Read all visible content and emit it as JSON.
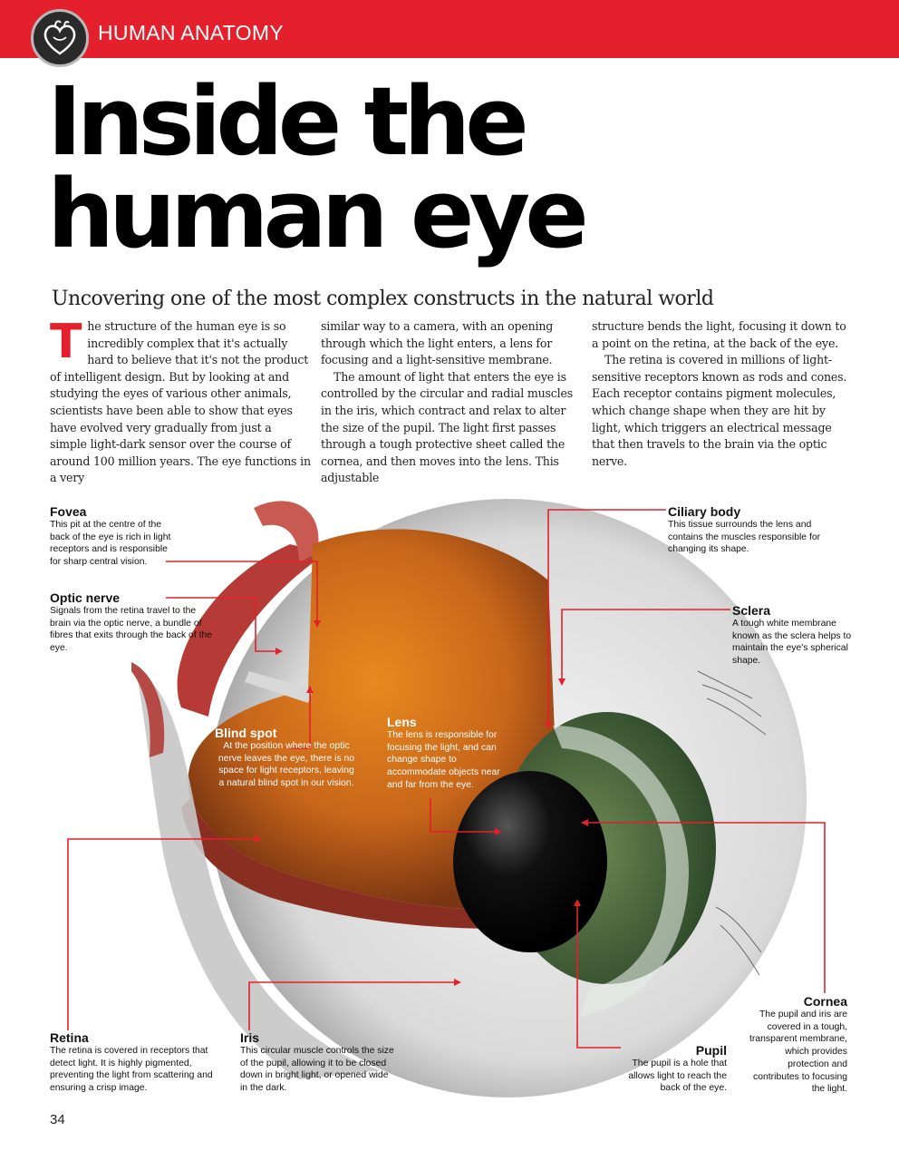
{
  "header": {
    "section": "HUMAN ANATOMY",
    "badge_icon": "heart-icon",
    "bar_color": "#e3202b"
  },
  "title": {
    "line1": "Inside the",
    "line2": "human eye"
  },
  "subtitle": "Uncovering one of the most complex constructs in the natural world",
  "body": {
    "dropcap": "T",
    "col1": "he structure of the human eye is so incredibly complex that it's actually hard to believe that it's not the product of intelligent design. But by looking at and studying the eyes of various other animals, scientists have been able to show that eyes have evolved very gradually from just a simple light-dark sensor over the course of around 100 million years. The eye functions in a very",
    "col2_p1": "similar way to a camera, with an opening through which the light enters, a lens for focusing and a light-sensitive membrane.",
    "col2_p2": "The amount of light that enters the eye is controlled by the circular and radial muscles in the iris, which contract and relax to alter the size of the pupil. The light first passes through a tough protective sheet called the cornea, and then moves into the lens. This adjustable",
    "col3_p1": "structure bends the light, focusing it down to a point on the retina, at the back of the eye.",
    "col3_p2": "The retina is covered in millions of light-sensitive receptors known as rods and cones. Each receptor contains pigment molecules, which change shape when they are hit by light, which triggers an electrical message that then travels to the brain via the optic nerve."
  },
  "labels": {
    "fovea": {
      "title": "Fovea",
      "text": "This pit at the centre of the back of the eye is rich in light receptors and is responsible for sharp central vision."
    },
    "optic_nerve": {
      "title": "Optic nerve",
      "text": "Signals from the retina travel to the brain via the optic nerve, a bundle of fibres that exits through the back of the eye."
    },
    "ciliary_body": {
      "title": "Ciliary body",
      "text": "This tissue surrounds the lens and contains the muscles responsible for changing its shape."
    },
    "sclera": {
      "title": "Sclera",
      "text": "A tough white membrane known as the sclera helps to maintain the eye's spherical shape."
    },
    "blind_spot": {
      "title": "Blind spot",
      "text": "At the position where the optic nerve leaves the eye, there is no space for light receptors, leaving a natural blind spot in our vision."
    },
    "lens": {
      "title": "Lens",
      "text": "The lens is responsible for focusing the light, and can change shape to accommodate objects near and far from the eye."
    },
    "retina": {
      "title": "Retina",
      "text": "The retina is covered in receptors that detect light. It is highly pigmented, preventing the light from scattering and ensuring a crisp image."
    },
    "iris": {
      "title": "Iris",
      "text": "This circular muscle controls the size of the pupil, allowing it to be closed down in bright light, or opened wide in the dark."
    },
    "pupil": {
      "title": "Pupil",
      "text": "The pupil is a hole that allows light to reach the back of the eye."
    },
    "cornea": {
      "title": "Cornea",
      "text": "The pupil and iris are covered in a tough, transparent membrane, which provides protection and contributes to focusing the light."
    }
  },
  "page_number": "34"
}
